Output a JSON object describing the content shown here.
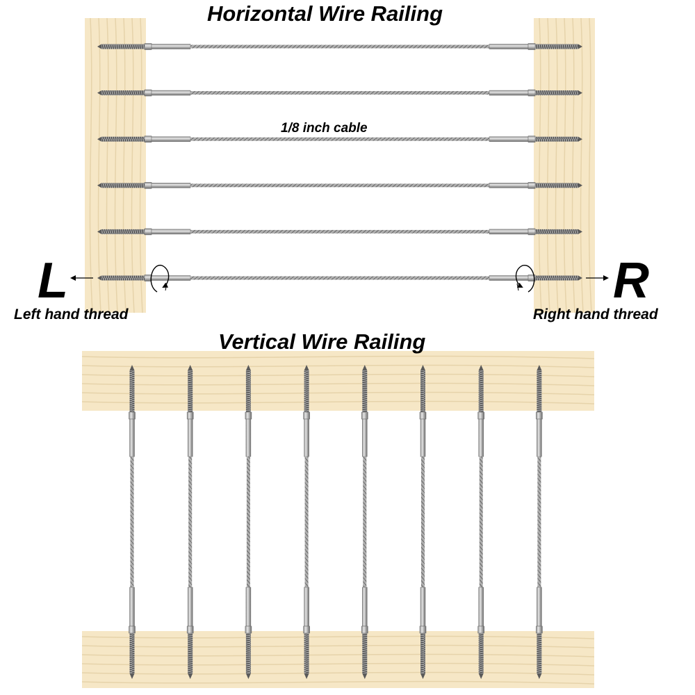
{
  "horizontal": {
    "title": "Horizontal Wire Railing",
    "cable_label": "1/8 inch cable",
    "cable_count": 6
  },
  "vertical": {
    "title": "Vertical Wire Railing",
    "cable_count": 8
  },
  "left": {
    "letter": "L",
    "label": "Left hand thread"
  },
  "right": {
    "letter": "R",
    "label": "Right hand thread"
  },
  "colors": {
    "wood": "#f6e7c6",
    "wood_grain": "#e6d3aa",
    "cable": "#a7a7a7",
    "steel": "#bdbdbd",
    "steel_dark": "#6e6e6e",
    "text": "#000000"
  },
  "icons": {
    "arrow_left": "arrow-left-icon",
    "arrow_right": "arrow-right-icon",
    "rotation": "rotation-arrow-icon"
  }
}
